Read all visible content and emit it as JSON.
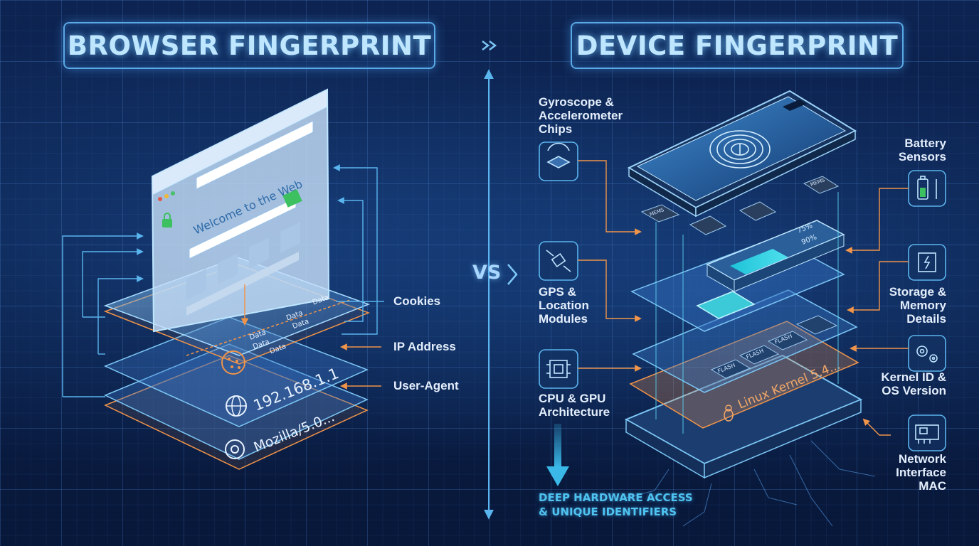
{
  "titles": {
    "left": "BROWSER FINGERPRINT",
    "right": "DEVICE FINGERPRINT",
    "vs": "VS"
  },
  "browser": {
    "welcome": "Welcome to the Web",
    "ip_value": "192.168.1.1",
    "user_agent_value": "Mozilla/5.0...",
    "data_word": "Data",
    "labels": {
      "cookies": "Cookies",
      "ip_address": "IP Address",
      "user_agent": "User-Agent"
    }
  },
  "device": {
    "labels": {
      "gyro": [
        "Gyroscope &",
        "Accelerometer",
        "Chips"
      ],
      "gps": [
        "GPS &",
        "Location",
        "Modules"
      ],
      "cpu": [
        "CPU & GPU",
        "Architecture"
      ],
      "battery": [
        "Battery",
        "Sensors"
      ],
      "storage": [
        "Storage &",
        "Memory",
        "Details"
      ],
      "kernel": [
        "Kernel ID &",
        "OS Version"
      ],
      "network": [
        "Network",
        "Interface",
        "MAC"
      ]
    },
    "kernel_text": "Linux Kernel 5.4...",
    "battery_text": "75%",
    "battery_text2": "90%",
    "mems": "MEMS",
    "flash": "FLASH",
    "deep_access": [
      "DEEP HARDWARE ACCESS",
      "& UNIQUE IDENTIFIERS"
    ]
  },
  "icons": [
    "fingerprint-icon",
    "lock-icon",
    "search-icon",
    "cookie-icon",
    "globe-icon",
    "chrome-icon",
    "gyroscope-icon",
    "satellite-icon",
    "cpu-icon",
    "battery-icon",
    "memory-chip-icon",
    "gear-icon",
    "network-card-icon",
    "linux-penguin-icon"
  ],
  "colors": {
    "background": "#0b1e44",
    "accent_blue": "#5aa8e6",
    "accent_orange": "#f0944a",
    "title_text": "#bfe6ff",
    "label_text": "#e4eefc",
    "deep_text": "#4fc3f0"
  }
}
